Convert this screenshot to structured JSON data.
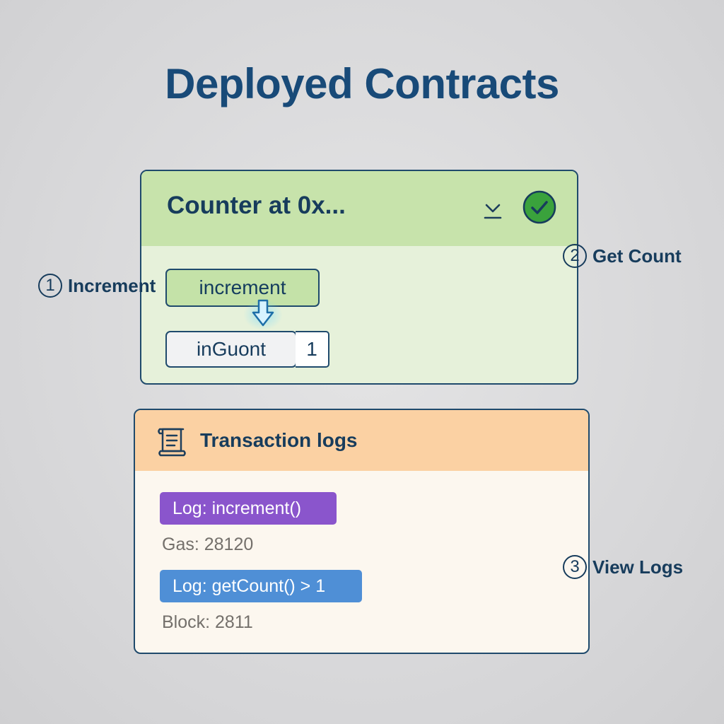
{
  "page": {
    "title": "Deployed Contracts"
  },
  "contract": {
    "title": "Counter at 0x...",
    "increment_label": "increment",
    "count_label": "inGuont",
    "count_value": "1",
    "icons": {
      "expand": "chevron-down-icon",
      "status": "check-circle-icon"
    },
    "colors": {
      "header": "#c7e3ab",
      "body": "#e6f1da",
      "success": "#3aa23c"
    }
  },
  "callouts": [
    {
      "number": "1",
      "label": "Increment"
    },
    {
      "number": "2",
      "label": "Get Count"
    },
    {
      "number": "3",
      "label": "View Logs"
    }
  ],
  "logs": {
    "title": "Transaction logs",
    "icon": "scroll-icon",
    "entries": [
      {
        "label": "Log: increment()",
        "detail": "Gas: 28120",
        "color": "#8a55cc"
      },
      {
        "label": "Log: getCount() > 1",
        "detail": "Block: 2811",
        "color": "#4f8fd6"
      }
    ],
    "colors": {
      "header": "#fbd1a3",
      "body": "#fcf7ef"
    }
  }
}
